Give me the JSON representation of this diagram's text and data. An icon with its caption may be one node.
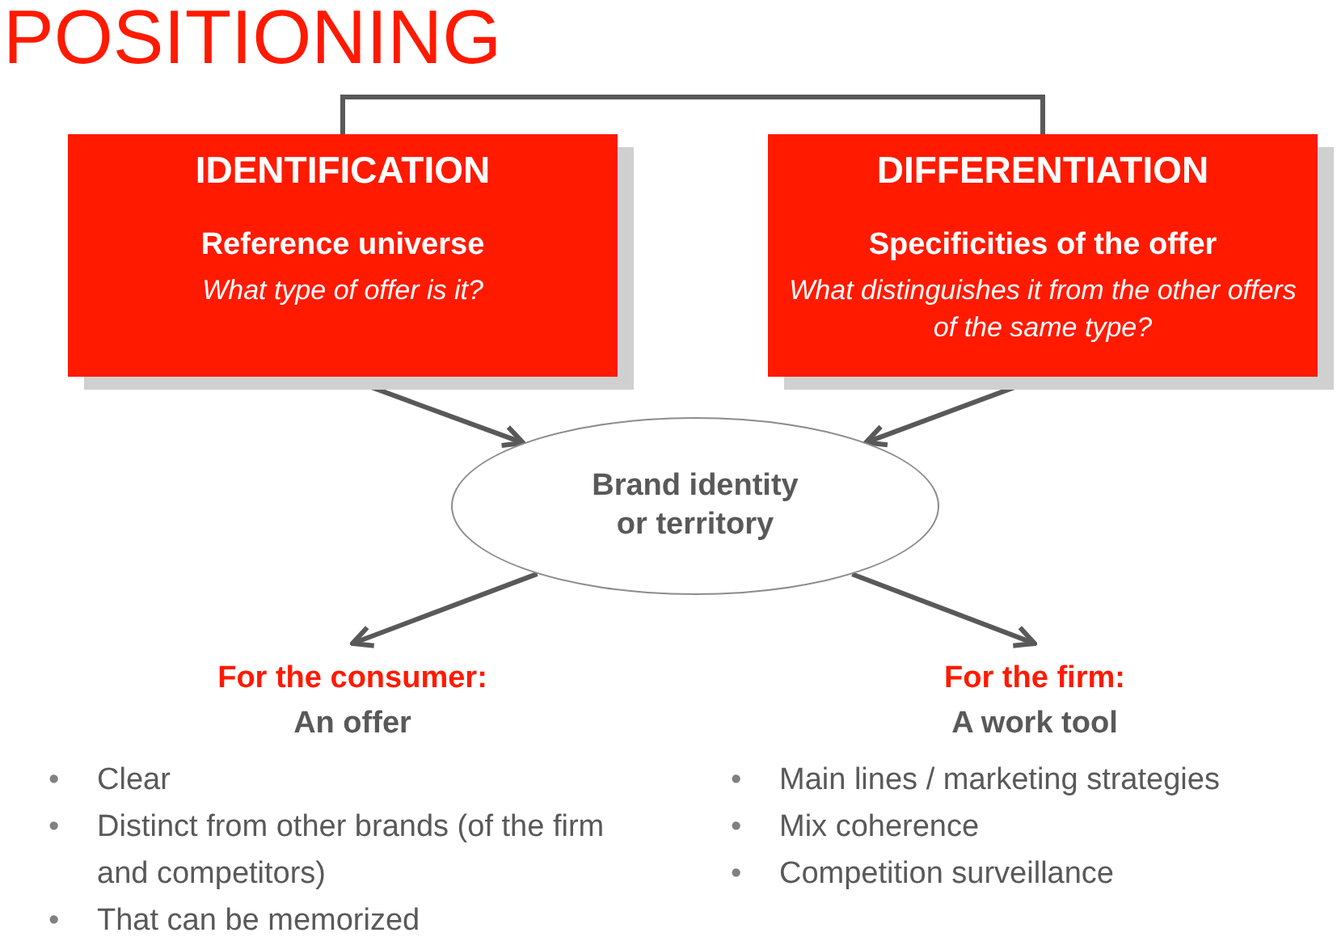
{
  "diagram": {
    "title": "POSITIONING",
    "nodes": [
      {
        "text": [
          "IDENTIFICATION",
          "Reference universe",
          "What type of offer is it?"
        ]
      },
      {
        "text": [
          "DIFFERENTIATION",
          "Specificities of the offer",
          "What distinguishes it from the other offers of the same type?"
        ]
      },
      {
        "text": [
          "Brand identity or territory"
        ]
      },
      {
        "text": [
          "For the consumer:",
          "An offer"
        ]
      },
      {
        "text": [
          "For the firm:",
          "A work tool"
        ]
      }
    ],
    "edges": [
      {
        "from": 0,
        "to": 1,
        "arrow": "none"
      },
      {
        "from": 0,
        "to": 2,
        "arrow": "to"
      },
      {
        "from": 1,
        "to": 2,
        "arrow": "to"
      },
      {
        "from": 2,
        "to": 3,
        "arrow": "to"
      },
      {
        "from": 2,
        "to": 4,
        "arrow": "to"
      }
    ],
    "labels": [
      "•",
      "Clear",
      "•",
      "Distinct from other brands (of the firm and competitors)",
      "•",
      "That can be memorized",
      "•",
      "Main lines / marketing strategies",
      "•",
      "Mix coherence",
      "•",
      "Competition surveillance"
    ]
  }
}
